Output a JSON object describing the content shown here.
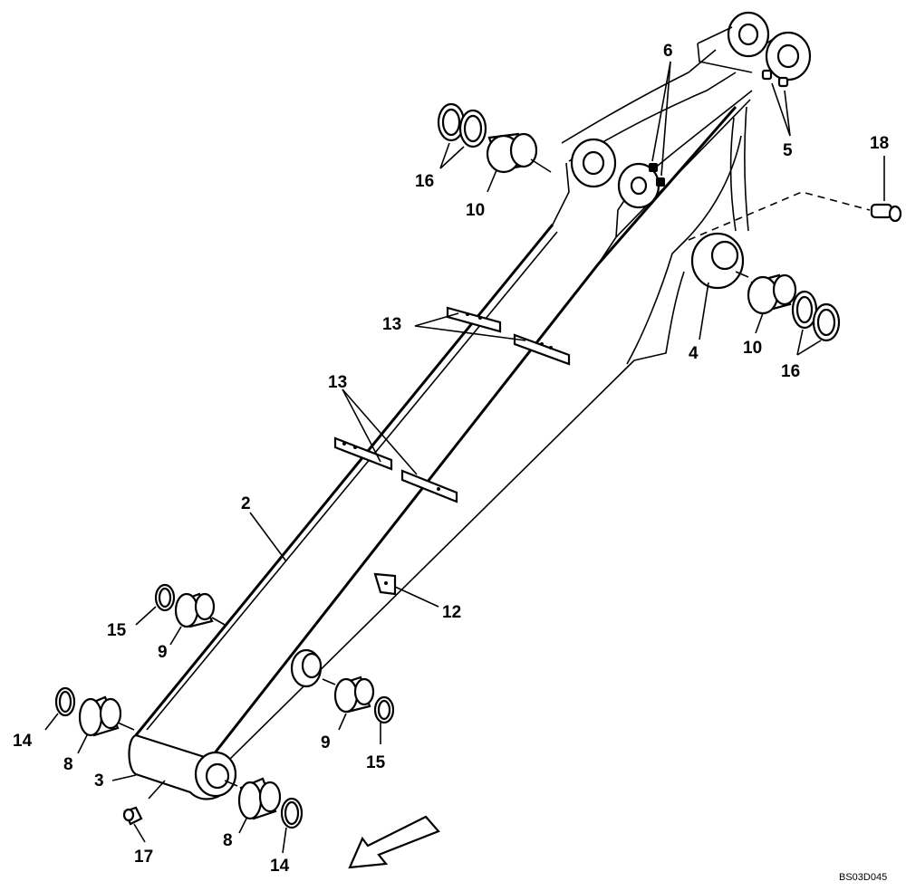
{
  "diagram": {
    "drawing_code": "BS03D045",
    "callouts": [
      "2",
      "3",
      "4",
      "5",
      "6",
      "8",
      "8",
      "9",
      "9",
      "10",
      "10",
      "12",
      "13",
      "13",
      "14",
      "14",
      "15",
      "15",
      "16",
      "16",
      "17",
      "18"
    ]
  }
}
